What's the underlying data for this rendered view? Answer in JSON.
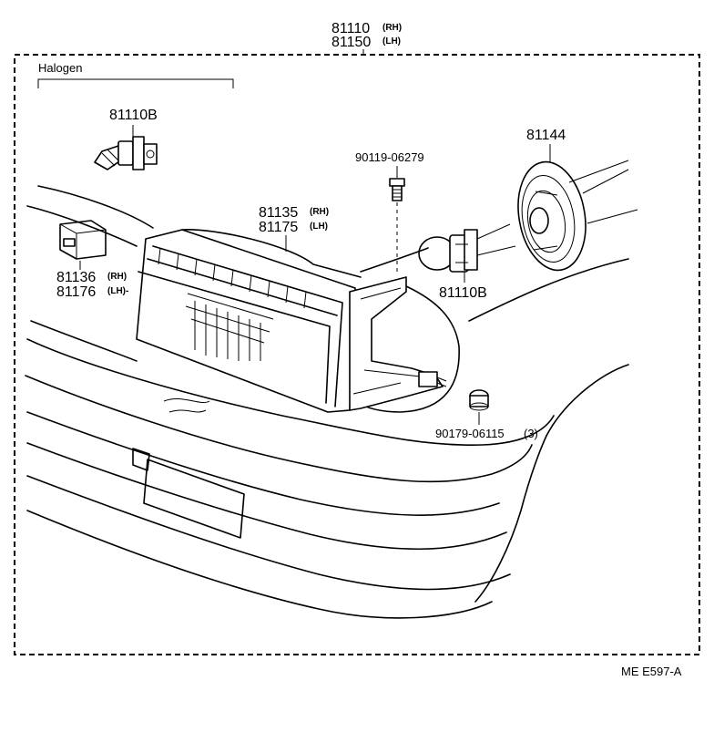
{
  "labels": {
    "assembly_rh_num": "81110",
    "assembly_rh_tag": "(RH)",
    "assembly_lh_num": "81150",
    "assembly_lh_tag": "(LH)",
    "halogen": "Halogen",
    "halogen_bulb": "81110B",
    "socket_bolt": "90119-06279",
    "reflector": "81144",
    "lens_rh_num": "81135",
    "lens_rh_tag": "(RH)",
    "lens_lh_num": "81175",
    "lens_lh_tag": "(LH)",
    "bracket_rh_num": "81136",
    "bracket_rh_tag": "(RH)",
    "bracket_lh_num": "81176",
    "bracket_lh_tag": "(LH)-",
    "bulb": "81110B",
    "grommet": "90179-06115",
    "grommet_qty": "(3)",
    "ref_code": "ME  E597-A"
  }
}
